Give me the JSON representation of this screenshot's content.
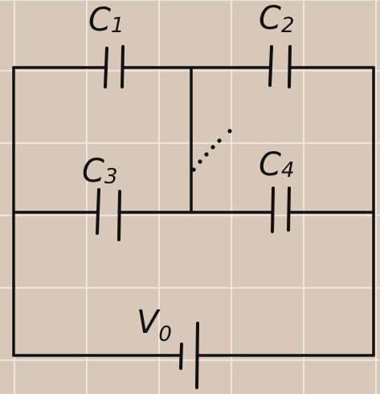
{
  "colors": {
    "paper": "#d8c8ba",
    "grid": "#eee6de",
    "ink": "#111111"
  },
  "labels": {
    "c1": {
      "main": "C",
      "sub": "1"
    },
    "c2": {
      "main": "C",
      "sub": "2"
    },
    "c3": {
      "main": "C",
      "sub": "3"
    },
    "c4": {
      "main": "C",
      "sub": "4"
    },
    "v0": {
      "main": "V",
      "sub": "0"
    }
  }
}
